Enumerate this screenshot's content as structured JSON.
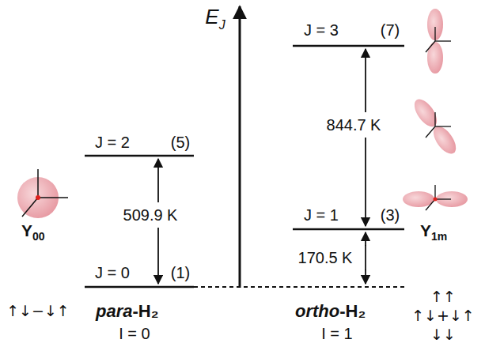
{
  "diagram": {
    "labels": [
      "E",
      "J",
      "J = 3",
      "(7)",
      "J = 2",
      "(5)",
      "509.9 K",
      "844.7 K",
      "J = 1",
      "(3)",
      "170.5 K",
      "J = 0",
      "(1)",
      "Y",
      "00",
      "Y",
      "1m",
      "↑↓−↓↑",
      "para",
      "-H₂",
      "I = 0",
      "ortho",
      "-H₂",
      "I = 1",
      "↑↑",
      "↑↓+↓↑",
      "↓↓"
    ]
  }
}
